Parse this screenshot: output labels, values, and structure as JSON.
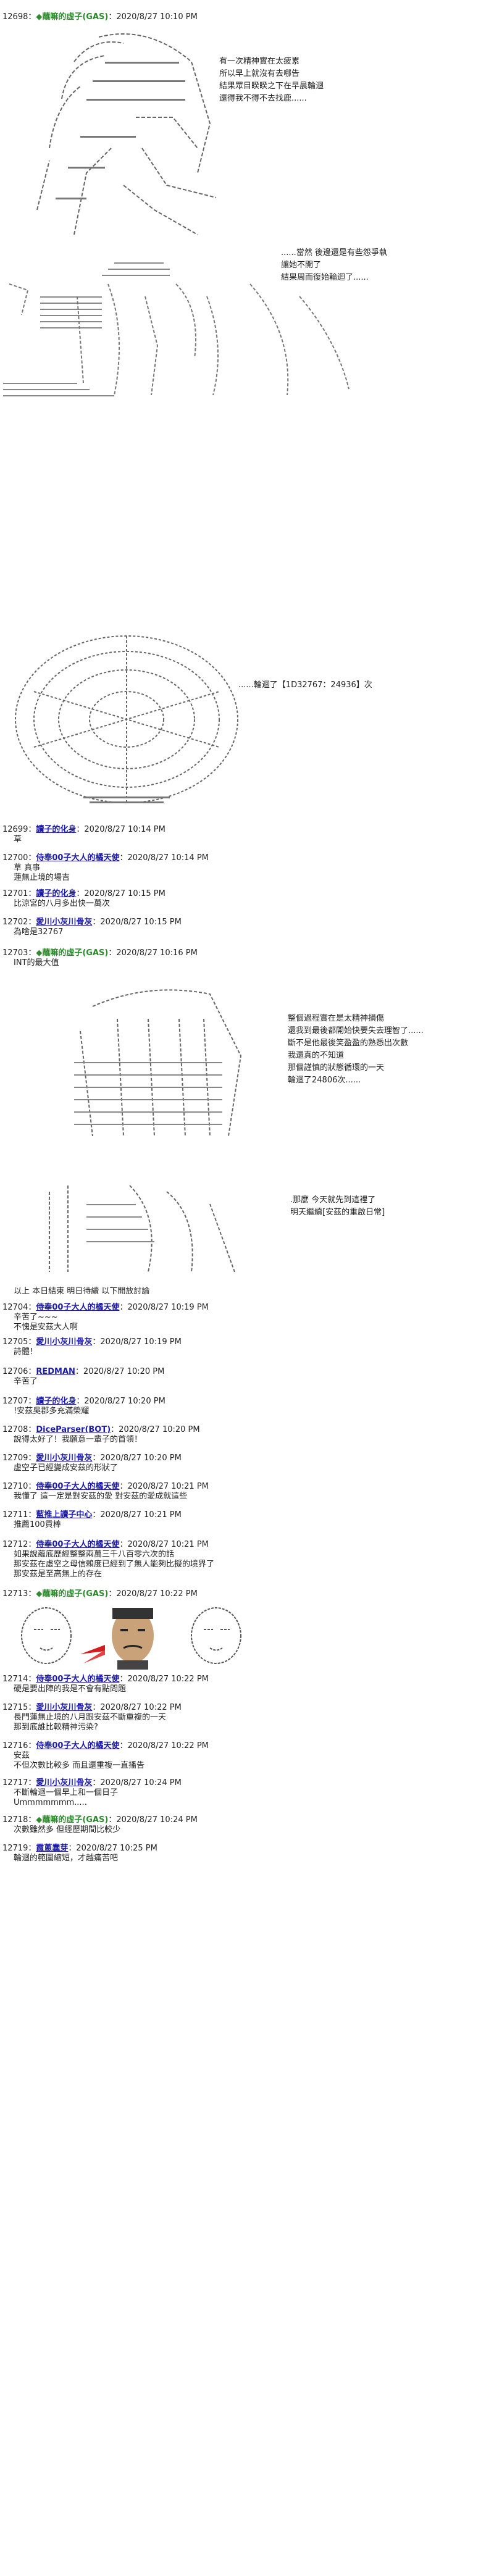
{
  "posts": [
    {
      "num": "12698：",
      "name": "◆蘸嘛的虛子(GAS)",
      "date": "：2020/8/27 10:10 PM",
      "green": true
    },
    {
      "num": "12699：",
      "name": "讀子的化身",
      "date": "：2020/8/27 10:14 PM",
      "body": "草"
    },
    {
      "num": "12700：",
      "name": "侍奉00子大人的橘天使",
      "date": "：2020/8/27 10:14 PM",
      "body": "草 真事\n蓮無止境的場吉"
    },
    {
      "num": "12701：",
      "name": "讀子的化身",
      "date": "：2020/8/27 10:15 PM",
      "body": "比涼宮的八月多出快一萬次"
    },
    {
      "num": "12702：",
      "name": "愛川小灰川骨灰",
      "date": "：2020/8/27 10:15 PM",
      "body": "為啥是32767"
    },
    {
      "num": "12703：",
      "name": "◆蘸嘛的虛子(GAS)",
      "date": "：2020/8/27 10:16 PM",
      "body": "INT的最大值",
      "green": true
    },
    {
      "num": "12704：",
      "name": "侍奉00子大人的橘天使",
      "date": "：2020/8/27 10:19 PM",
      "body": "辛苦了~~~\n不愧是安茲大人啊"
    },
    {
      "num": "12705：",
      "name": "愛川小灰川骨灰",
      "date": "：2020/8/27 10:19 PM",
      "body": "詩體！"
    },
    {
      "num": "12706：",
      "name": "REDMAN",
      "date": "：2020/8/27 10:20 PM",
      "body": "辛苦了"
    },
    {
      "num": "12707：",
      "name": "讀子的化身",
      "date": "：2020/8/27 10:20 PM",
      "body": "!安茲吳郡多充滿榮耀"
    },
    {
      "num": "12708：",
      "name": "DiceParser(BOT)",
      "date": "：2020/8/27 10:20 PM",
      "body": "說得太好了！我願意一輩子的首領！"
    },
    {
      "num": "12709：",
      "name": "愛川小灰川骨灰",
      "date": "：2020/8/27 10:20 PM",
      "body": "虛空子已經變成安茲的形狀了"
    },
    {
      "num": "12710：",
      "name": "侍奉00子大人的橘天使",
      "date": "：2020/8/27 10:21 PM",
      "body": "我懂了 這一定是對安茲的愛 對安茲的愛成就這些"
    },
    {
      "num": "12711：",
      "name": "藍推上讀子中心",
      "date": "：2020/8/27 10:21 PM",
      "body": "推薦100貢棒"
    },
    {
      "num": "12712：",
      "name": "侍奉00子大人的橘天使",
      "date": "：2020/8/27 10:21 PM",
      "body": "如果說蘊底歷經整整兩萬三千八百零六次的話\n那安茲在虛空之母信賴度已經到了無人能夠比擬的境界了\n那安茲是至高無上的存在"
    },
    {
      "num": "12713：",
      "name": "◆蘸嘛的虛子(GAS)",
      "date": "：2020/8/27 10:22 PM",
      "green": true
    },
    {
      "num": "12714：",
      "name": "侍奉00子大人的橘天使",
      "date": "：2020/8/27 10:22 PM",
      "body": "硬是要出陣的我是不會有點問題"
    },
    {
      "num": "12715：",
      "name": "愛川小灰川骨灰",
      "date": "：2020/8/27 10:22 PM",
      "body": "長門蓮無止境的八月跟安茲不斷重複的一天\n那到底誰比較精神污染?"
    },
    {
      "num": "12716：",
      "name": "侍奉00子大人的橘天使",
      "date": "：2020/8/27 10:22 PM",
      "body": "安茲\n不但次數比較多 而且還重複一直播告"
    },
    {
      "num": "12717：",
      "name": "愛川小灰川骨灰",
      "date": "：2020/8/27 10:24 PM",
      "body": "不斷輪迴一個早上和一個日子\nUmmmmmmm....."
    },
    {
      "num": "12718：",
      "name": "◆蘸嘛的虛子(GAS)",
      "date": "：2020/8/27 10:24 PM",
      "body": "次數雖然多 但經歷期間比較少",
      "green": true
    },
    {
      "num": "12719：",
      "name": "霞蔥蠢芽",
      "date": "：2020/8/27 10:25 PM",
      "body": "輪迴的範圍縮短，才越痛苦吧"
    }
  ],
  "story": {
    "s1": "有一次精神實在太疲累\n所以早上就沒有去哪告\n結果眾目睽睽之下在早晨輪迴\n還得我不得不去找鹿......",
    "s2": "......當然 後邊還是有些怨爭執\n讓她不開了\n結果周而復始輪迴了......",
    "s3": "......輪迴了【1D32767：24936】次",
    "s4": "整個過程實在是太精神損傷\n還我到最後都開始快要失去理智了......\n斷不是他最後笑盈盈的熟悉出次數\n我還真的不知道\n那個謹慎的狀態循環的一天\n輪迴了24806次......",
    "s5": ".那麼 今天就先到這裡了\n明天繼續[安茲的重啟日常]",
    "closing": "以上 本日結束 明日待續 以下開放討論"
  }
}
